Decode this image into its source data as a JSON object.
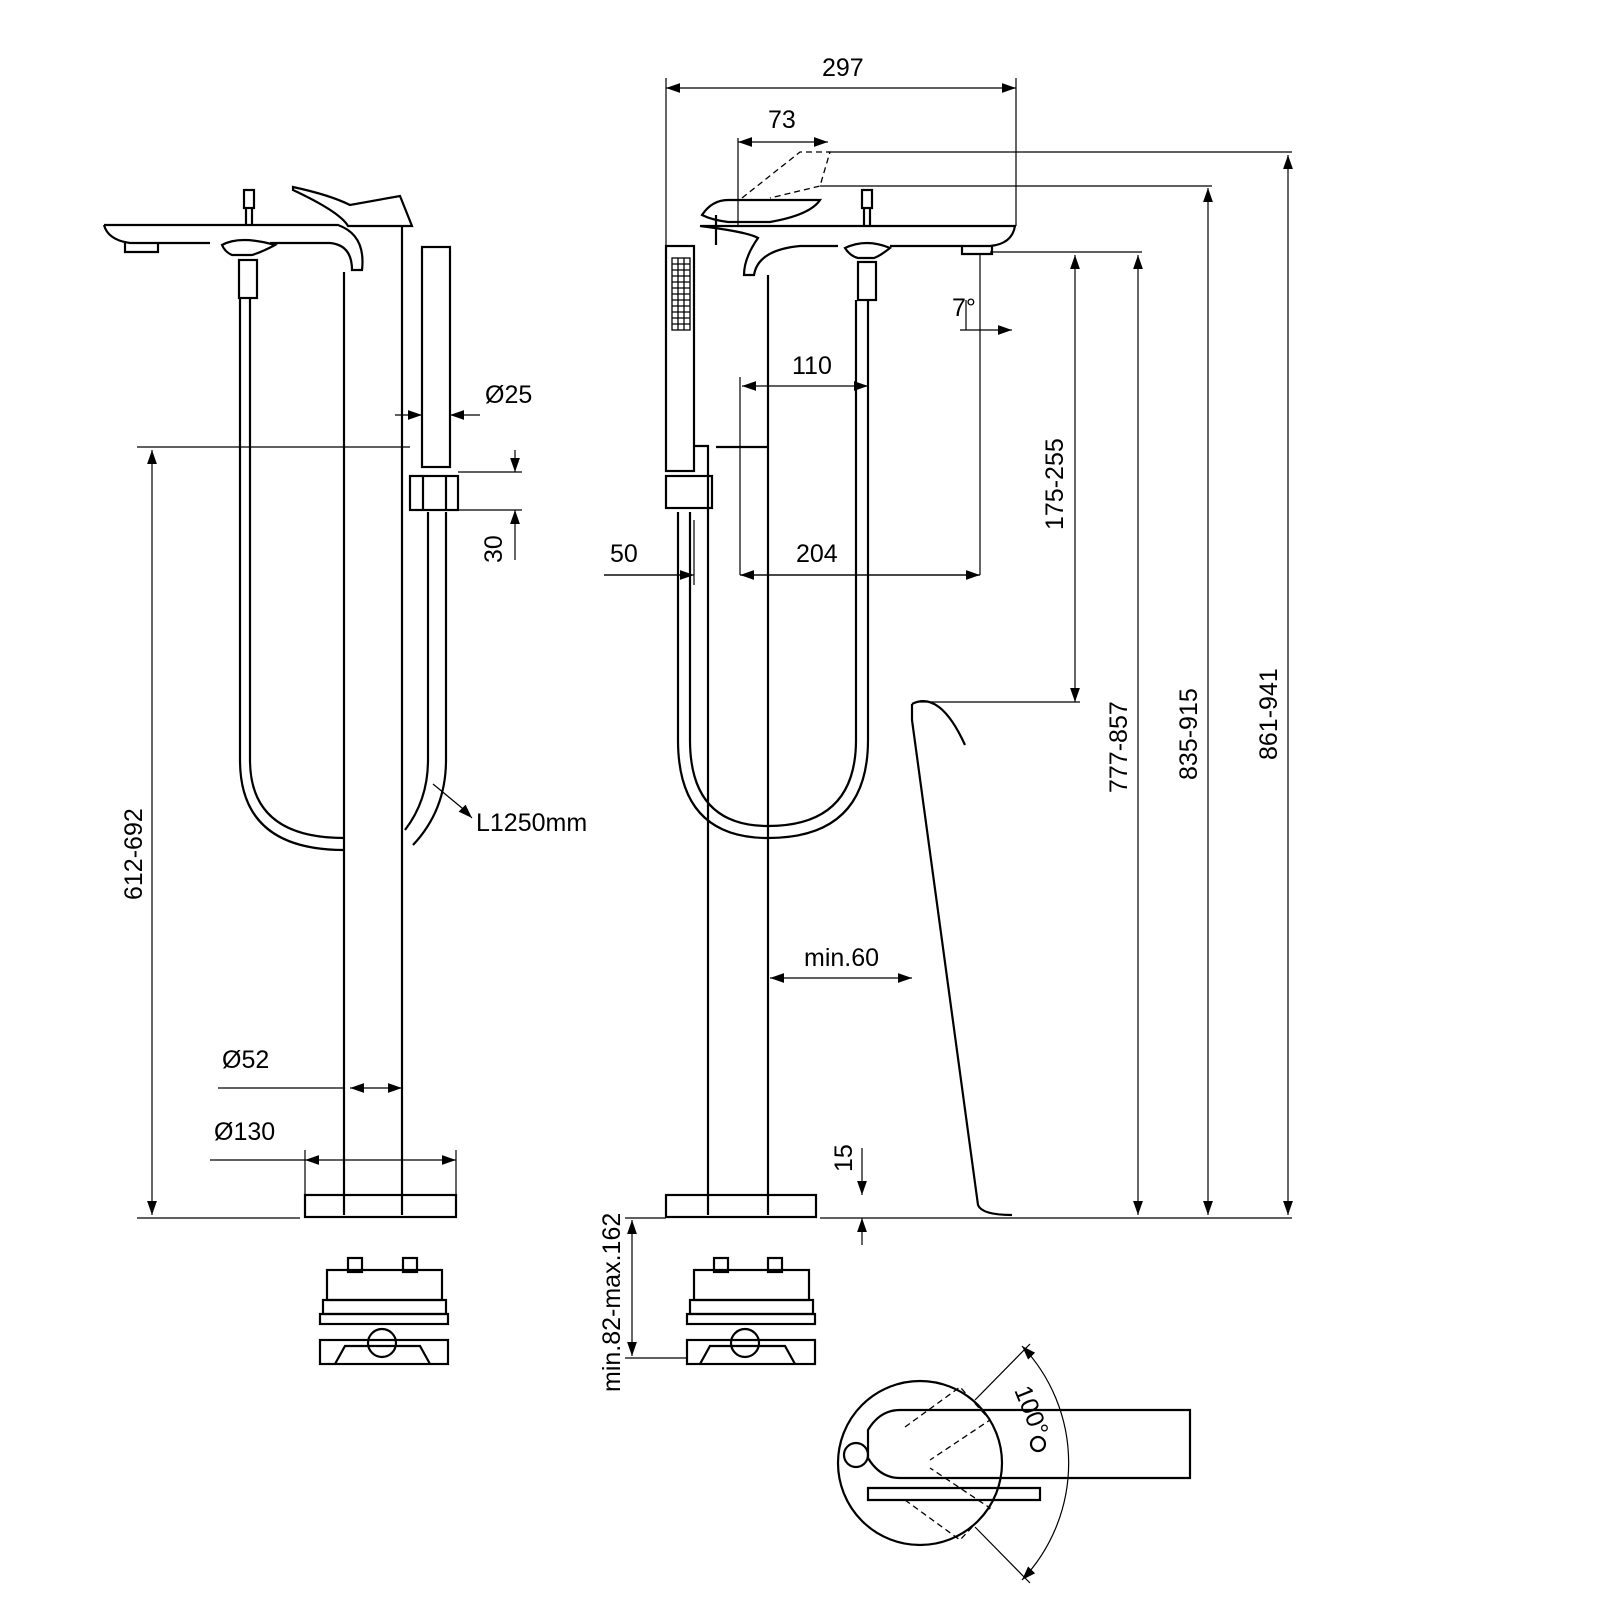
{
  "dimensions": {
    "overall_width": "297",
    "lever_width": "73",
    "handshower_diameter": "Ø25",
    "holder_height": "30",
    "height_to_holder": "612-692",
    "hose_length": "L1250mm",
    "column_diameter": "Ø52",
    "base_diameter": "Ø130",
    "spout_tilt": "7°",
    "spout_to_handle": "110",
    "holder_offset": "50",
    "spout_projection": "204",
    "spout_to_rim": "175-255",
    "spout_outlet_height": "777-857",
    "lever_height": "835-915",
    "total_height": "861-941",
    "min_clearance": "min.60",
    "base_plate_thickness": "15",
    "floor_depth": "min.82-max.162",
    "lever_rotation": "100°"
  }
}
